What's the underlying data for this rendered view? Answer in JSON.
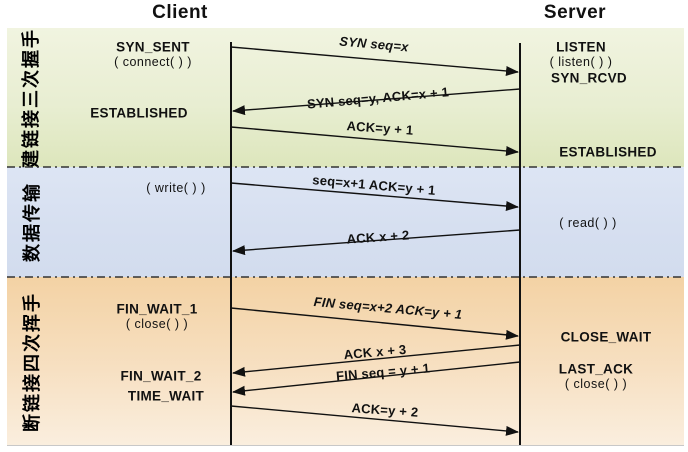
{
  "header": {
    "client_label": "Client",
    "server_label": "Server"
  },
  "sections": [
    {
      "name": "connect-three-way-handshake",
      "side_label": "建链接三次握手",
      "color_top": "#f1f4e0",
      "color_bottom": "#dde6bc"
    },
    {
      "name": "data-transfer",
      "side_label": "数据传输",
      "color_top": "#dde5f4",
      "color_bottom": "#d2dcee"
    },
    {
      "name": "disconnect-four-way-wave",
      "side_label": "断链接四次挥手",
      "color_top": "#f3d2a4",
      "color_bottom": "#faeede"
    }
  ],
  "client_states": {
    "syn_sent": "SYN_SENT",
    "connect_call": "( connect( ) )",
    "established": "ESTABLISHED",
    "write_call": "( write( ) )",
    "fin_wait_1": "FIN_WAIT_1",
    "close_call": "( close( ) )",
    "fin_wait_2": "FIN_WAIT_2",
    "time_wait": "TIME_WAIT"
  },
  "server_states": {
    "listen": "LISTEN",
    "listen_call": "( listen( ) )",
    "syn_rcvd": "SYN_RCVD",
    "established": "ESTABLISHED",
    "read_call": "( read( ) )",
    "close_wait": "CLOSE_WAIT",
    "last_ack": "LAST_ACK",
    "close_call": "( close( ) )"
  },
  "messages": [
    {
      "label": "SYN seq=x",
      "from": "client",
      "to": "server"
    },
    {
      "label": "SYN seq=y, ACK=x + 1",
      "from": "server",
      "to": "client"
    },
    {
      "label": "ACK=y + 1",
      "from": "client",
      "to": "server"
    },
    {
      "label": "seq=x+1 ACK=y + 1",
      "from": "client",
      "to": "server"
    },
    {
      "label": "ACK x + 2",
      "from": "server",
      "to": "client"
    },
    {
      "label": "FIN seq=x+2 ACK=y + 1",
      "from": "client",
      "to": "server"
    },
    {
      "label": "ACK x + 3",
      "from": "server",
      "to": "client"
    },
    {
      "label": "FIN seq = y + 1",
      "from": "server",
      "to": "client"
    },
    {
      "label": "ACK=y + 2",
      "from": "client",
      "to": "server"
    }
  ],
  "colors": {
    "line": "#111111",
    "divider": "#333333",
    "text": "#111111"
  }
}
